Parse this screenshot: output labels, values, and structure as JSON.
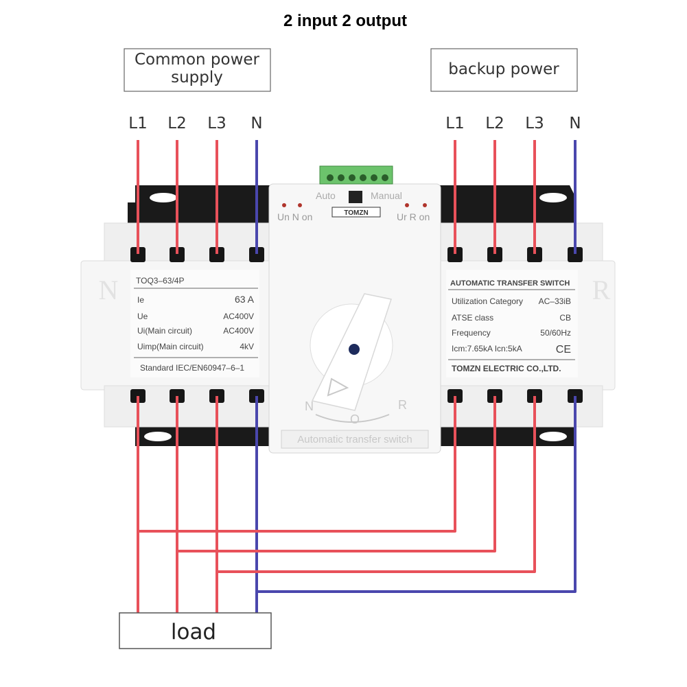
{
  "title": "2 input 2 output",
  "supplies": {
    "common_label": "Common power\nsupply",
    "backup_label": "backup power"
  },
  "terminals": {
    "common": [
      "L1",
      "L2",
      "L3",
      "N"
    ],
    "backup": [
      "L1",
      "L2",
      "L3",
      "N"
    ]
  },
  "load_label": "load",
  "device": {
    "left_side_letter": "N",
    "right_side_letter": "R",
    "left_panel": {
      "model": "TOQ3–63/4P",
      "rows": [
        {
          "label": "Ie",
          "value": "63 A"
        },
        {
          "label": "Ue",
          "value": "AC400V"
        },
        {
          "label": "Ui(Main circuit)",
          "value": "AC400V"
        },
        {
          "label": "Uimp(Main circuit)",
          "value": "4kV"
        }
      ],
      "standard": "Standard IEC/EN60947–6–1"
    },
    "right_panel": {
      "heading": "AUTOMATIC TRANSFER SWITCH",
      "rows": [
        {
          "label": "Utilization Category",
          "value": "AC–33iB"
        },
        {
          "label": "ATSE class",
          "value": "CB"
        },
        {
          "label": "Frequency",
          "value": "50/60Hz"
        },
        {
          "label": "Icm:7.65kA Icn:5kA",
          "value": "CE"
        }
      ],
      "maker": "TOMZN ELECTRIC CO.,LTD."
    },
    "center": {
      "auto_label": "Auto",
      "manual_label": "Manual",
      "brand": "TOMZN",
      "indicator_left": "Un  N on",
      "indicator_right": "Ur  R on",
      "pos_n": "N",
      "pos_o": "O",
      "pos_r": "R",
      "bottom_label": "Automatic transfer switch"
    }
  },
  "colors": {
    "phase_wire": "#e8515a",
    "neutral_wire": "#4a47ad",
    "rail": "#1a1a1a",
    "body": "#f4f4f4",
    "terminal_block": "#6cc36c"
  }
}
